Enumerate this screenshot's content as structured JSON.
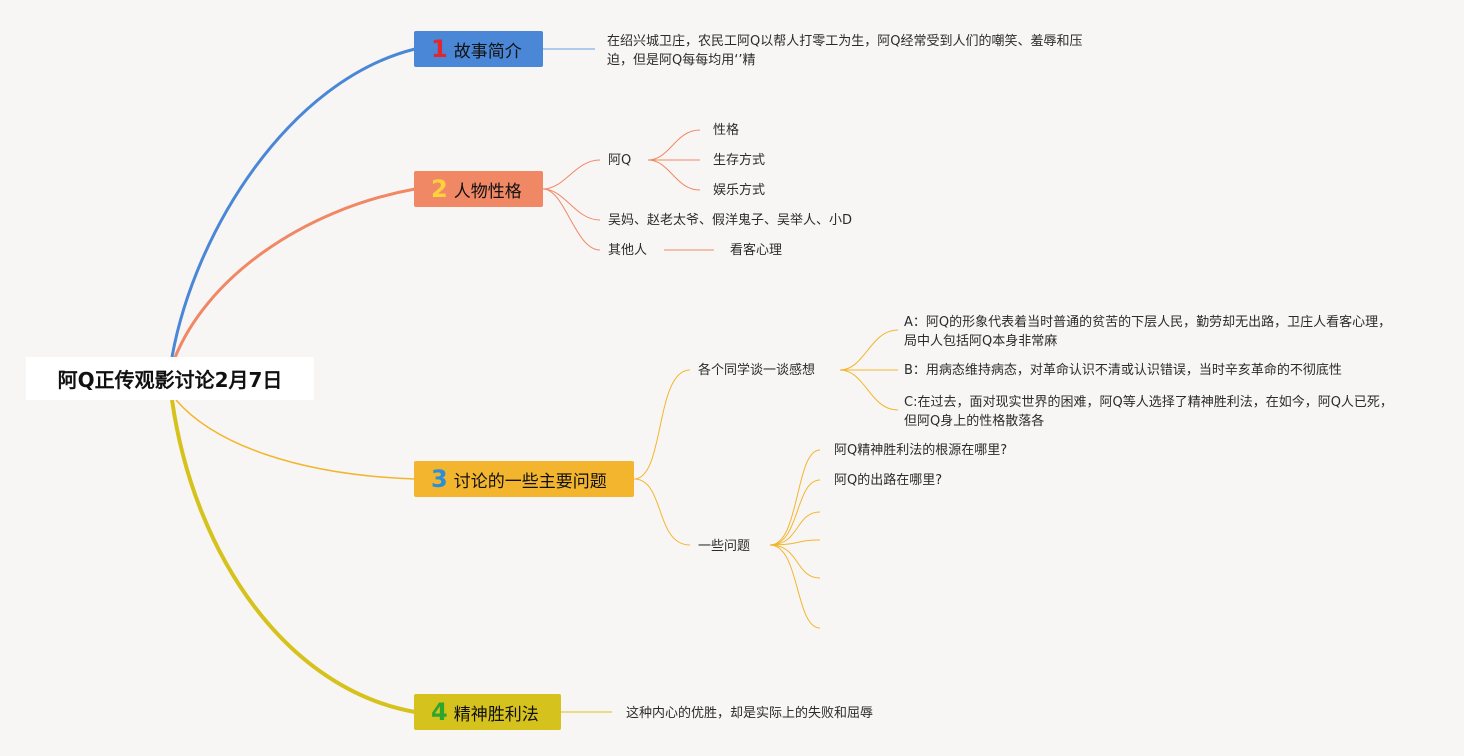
{
  "title": "阿Q正传观影讨论2月7日",
  "colors": {
    "background": "#f8f6f4",
    "branch1": "#4a87d6",
    "branch2": "#f08866",
    "branch3": "#f3b52e",
    "branch4": "#d6c21d",
    "badge1": "#e0262e",
    "badge2": "#ffd23c",
    "badge3": "#2a8fd8",
    "badge4": "#2ea62e"
  },
  "branches": [
    {
      "num": "1",
      "label": "故事简介",
      "summary": "在绍兴城卫庄，农民工阿Q以帮人打零工为生，阿Q经常受到人们的嘲笑、羞辱和压迫，但是阿Q每每均用‘’精"
    },
    {
      "num": "2",
      "label": "人物性格",
      "aq": {
        "label": "阿Q",
        "children": [
          "性格",
          "生存方式",
          "娱乐方式"
        ]
      },
      "characters": "吴妈、赵老太爷、假洋鬼子、吴举人、小D",
      "others": {
        "label": "其他人",
        "child": "看客心理"
      }
    },
    {
      "num": "3",
      "label": "讨论的一些主要问题",
      "feelings": {
        "label": "各个同学谈一谈感想",
        "items": [
          "A：阿Q的形象代表着当时普通的贫苦的下层人民，勤劳却无出路，卫庄人看客心理，局中人包括阿Q本身非常麻",
          "B：用病态维持病态，对革命认识不清或认识错误，当时辛亥革命的不彻底性",
          "C:在过去，面对现实世界的困难，阿Q等人选择了精神胜利法，在如今，阿Q人已死，但阿Q身上的性格散落各"
        ]
      },
      "questions": {
        "label": "一些问题",
        "items": [
          "阿Q精神胜利法的根源在哪里?",
          "阿Q的出路在哪里?"
        ]
      }
    },
    {
      "num": "4",
      "label": "精神胜利法",
      "summary": "这种内心的优胜，却是实际上的失败和屈辱"
    }
  ]
}
